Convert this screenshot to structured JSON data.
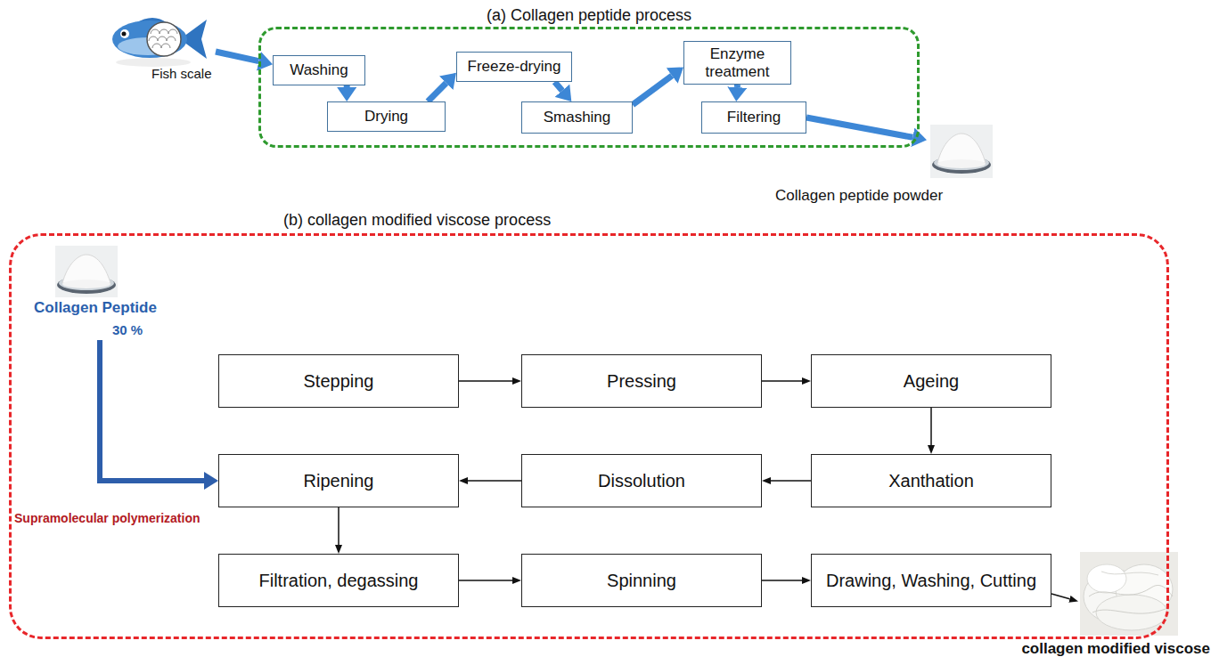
{
  "diagram": {
    "nodes": [
      {
        "text": [
          "Fish scale"
        ]
      },
      {
        "text": [
          "(a) Collagen peptide process"
        ]
      },
      {
        "text": [
          "Washing"
        ],
        "in": 1
      },
      {
        "text": [
          "Drying"
        ],
        "in": 1
      },
      {
        "text": [
          "Freeze-drying"
        ],
        "in": 1
      },
      {
        "text": [
          "Smashing"
        ],
        "in": 1
      },
      {
        "text": [
          "Enzyme treatment"
        ],
        "in": 1
      },
      {
        "text": [
          "Filtering"
        ],
        "in": 1
      },
      {
        "text": [
          "Collagen peptide powder"
        ]
      },
      {
        "text": [
          "(b) collagen modified viscose process"
        ]
      },
      {
        "text": [
          "Collagen Peptide",
          "30 %"
        ],
        "in": 9
      },
      {
        "text": [
          "Stepping"
        ],
        "in": 9
      },
      {
        "text": [
          "Pressing"
        ],
        "in": 9
      },
      {
        "text": [
          "Ageing"
        ],
        "in": 9
      },
      {
        "text": [
          "Ripening"
        ],
        "in": 9
      },
      {
        "text": [
          "Dissolution"
        ],
        "in": 9
      },
      {
        "text": [
          "Xanthation"
        ],
        "in": 9
      },
      {
        "text": [
          "Filtration, degassing"
        ],
        "in": 9
      },
      {
        "text": [
          "Spinning"
        ],
        "in": 9
      },
      {
        "text": [
          "Drawing, Washing, Cutting"
        ],
        "in": 9
      },
      {
        "text": [
          "collagen modified viscose"
        ]
      }
    ],
    "edges": [
      {
        "from": 0,
        "to": 2,
        "arrow": "to"
      },
      {
        "from": 2,
        "to": 3,
        "arrow": "to"
      },
      {
        "from": 3,
        "to": 4,
        "arrow": "to"
      },
      {
        "from": 4,
        "to": 5,
        "arrow": "to"
      },
      {
        "from": 5,
        "to": 6,
        "arrow": "to"
      },
      {
        "from": 6,
        "to": 7,
        "arrow": "to"
      },
      {
        "from": 7,
        "to": 8,
        "arrow": "to"
      },
      {
        "from": 10,
        "to": 14,
        "label": "Supramolecular polymerization",
        "arrow": "to"
      },
      {
        "from": 11,
        "to": 12,
        "arrow": "to"
      },
      {
        "from": 12,
        "to": 13,
        "arrow": "to"
      },
      {
        "from": 13,
        "to": 16,
        "arrow": "to"
      },
      {
        "from": 16,
        "to": 15,
        "arrow": "to"
      },
      {
        "from": 15,
        "to": 14,
        "arrow": "to"
      },
      {
        "from": 14,
        "to": 17,
        "arrow": "to"
      },
      {
        "from": 17,
        "to": 18,
        "arrow": "to"
      },
      {
        "from": 18,
        "to": 19,
        "arrow": "to"
      },
      {
        "from": 19,
        "to": 20,
        "arrow": "to"
      }
    ]
  }
}
